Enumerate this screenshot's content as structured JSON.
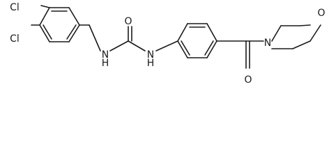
{
  "molecule": {
    "atoms": {
      "cl_1": "Cl",
      "cl_2": "Cl",
      "nh_1": "N",
      "nh_1_h": "H",
      "nh_2": "N",
      "nh_2_h": "H",
      "urea_o": "O",
      "amide_o": "O",
      "morph_n": "N",
      "morph_o": "O"
    }
  }
}
